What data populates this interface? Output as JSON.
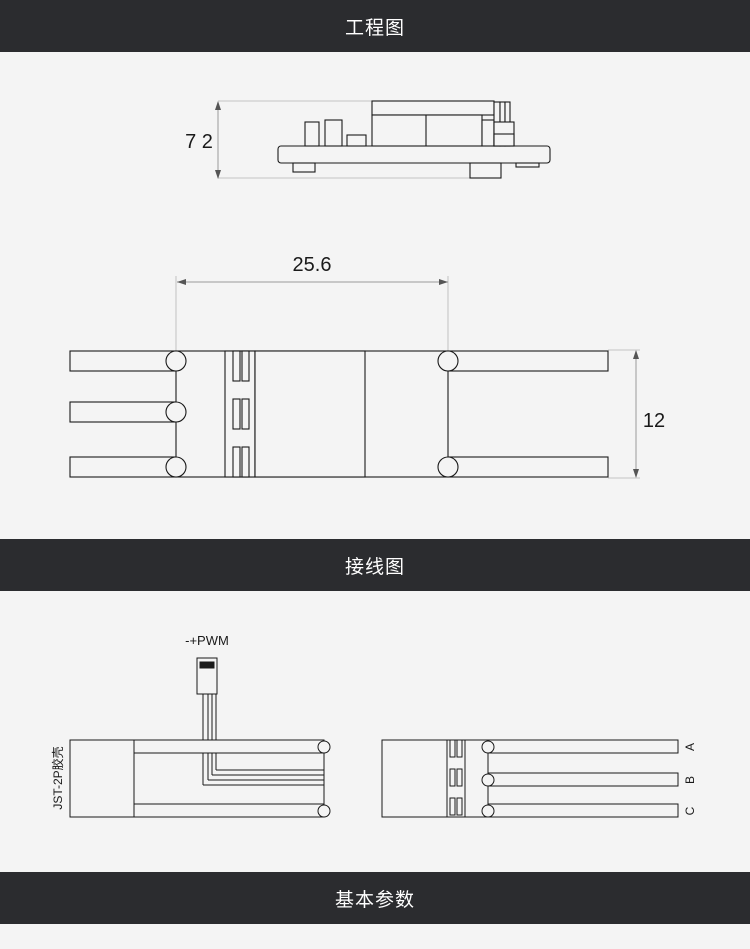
{
  "sections": {
    "engineering_title": "工程图",
    "wiring_title": "接线图",
    "params_title": "基本参数"
  },
  "engineering": {
    "height_dim": "7 2",
    "width_dim": "25.6",
    "depth_dim": "12"
  },
  "wiring": {
    "signal_label": "-+PWM",
    "connector_label": "JST-2P胶壳",
    "phase_a": "A",
    "phase_b": "B",
    "phase_c": "C"
  },
  "colors": {
    "band_bg": "#2b2c2f",
    "band_text": "#ffffff",
    "panel_bg": "#f4f4f4",
    "stroke": "#1a1a1a",
    "dim_line": "#9a9a9a"
  }
}
